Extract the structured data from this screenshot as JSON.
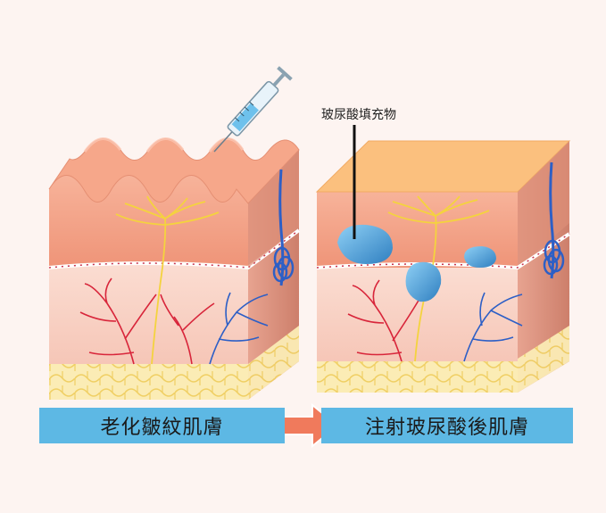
{
  "callout": {
    "label": "玻尿酸填充物"
  },
  "banner": {
    "left_label": "老化皺紋肌膚",
    "right_label": "注射玻尿酸後肌膚"
  },
  "colors": {
    "epidermis": "#f3a184",
    "dermis": "#fad6cb",
    "side": "#d98e79",
    "fat": "#fbe9a9",
    "fat_line": "#f1d46a",
    "filler": "#4a9fd6",
    "top_smooth": "#fbc07e",
    "banner": "#5db8e4",
    "arrow": "#f07a5c",
    "artery": "#d8253a",
    "vein": "#2d5fc6",
    "nerve": "#f4d33e"
  },
  "icons": [
    "syringe-icon",
    "arrow-right-icon"
  ]
}
